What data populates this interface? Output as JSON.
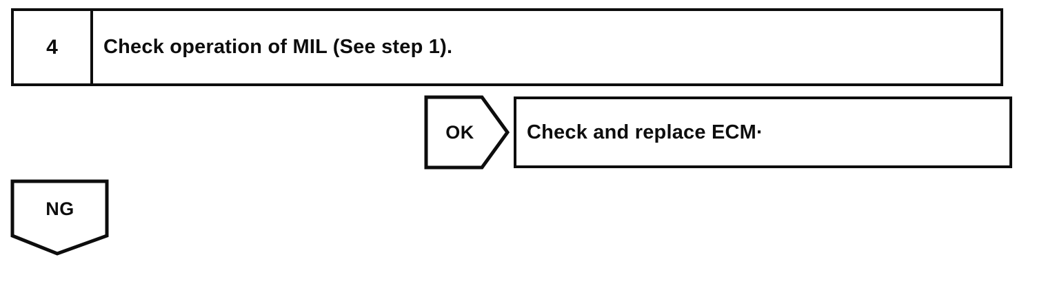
{
  "flowchart": {
    "step": {
      "number": "4",
      "instruction": "Check operation of MIL (See step 1)."
    },
    "ok_path": {
      "label": "OK",
      "action": "Check and replace ECM·"
    },
    "ng_path": {
      "label": "NG"
    }
  },
  "colors": {
    "line": "#0d0d0d",
    "background": "#ffffff"
  }
}
